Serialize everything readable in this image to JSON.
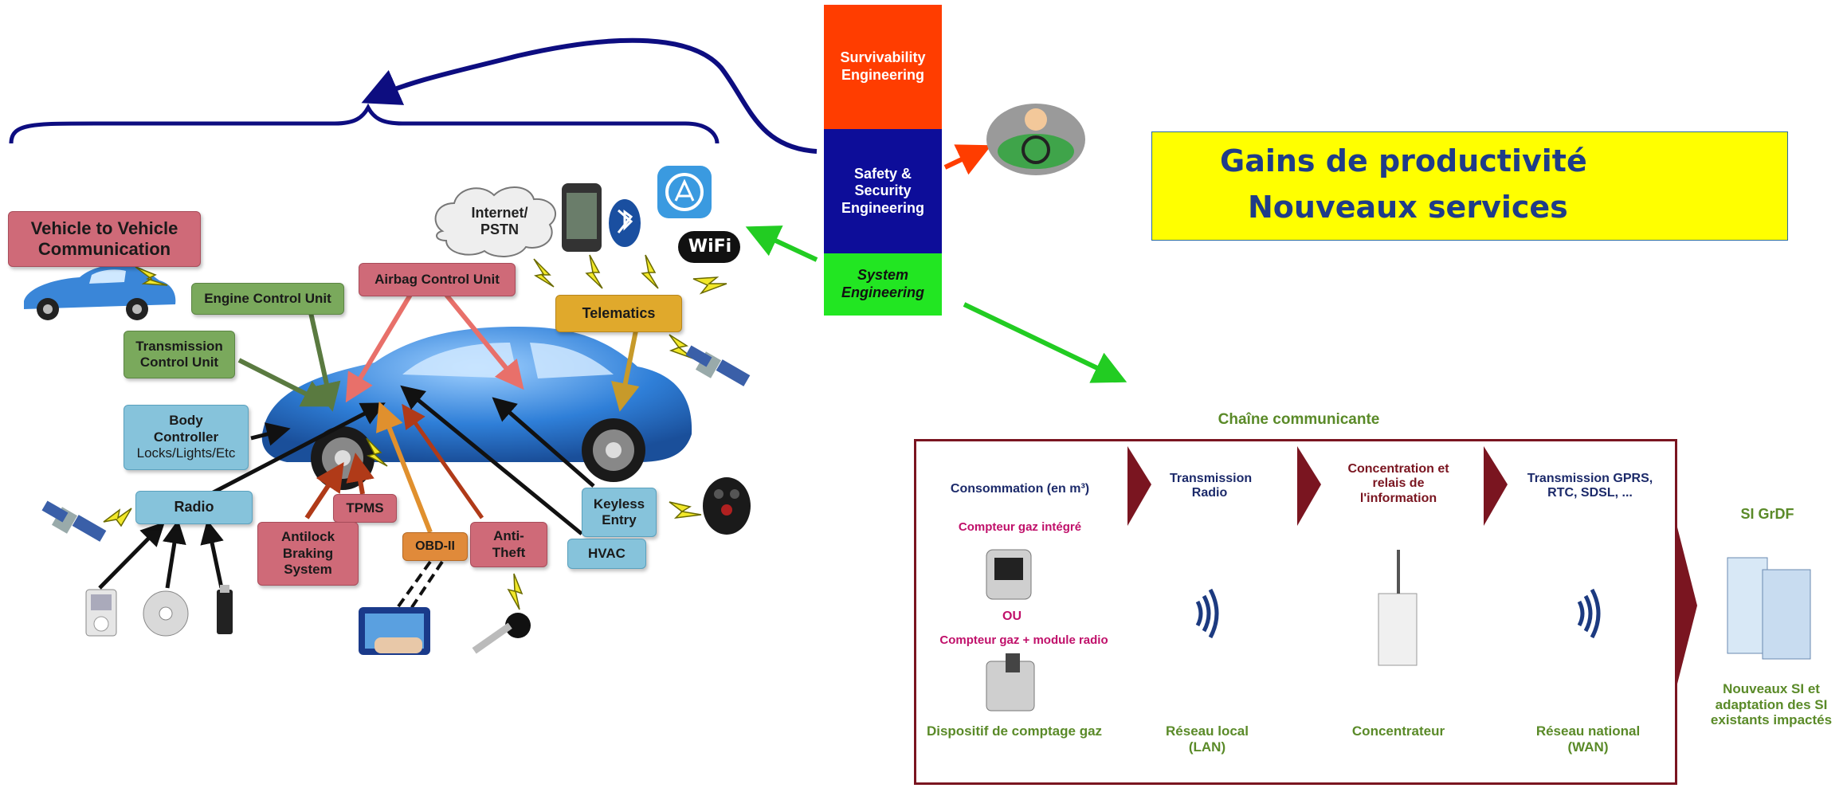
{
  "tower": {
    "survivability": "Survivability Engineering",
    "safety": "Safety & Security Engineering",
    "system": "System Engineering",
    "colors": {
      "survivability": "#ff3d00",
      "safety": "#0d0d99",
      "system": "#22e622"
    }
  },
  "gains": {
    "line1": "Gains de productivité",
    "line2": "Nouveaux services"
  },
  "vehicle": {
    "v2v": "Vehicle to Vehicle Communication",
    "engine": "Engine Control Unit",
    "transmission": "Transmission Control Unit",
    "body_title": "Body Controller",
    "body_sub": "Locks/Lights/Etc",
    "radio": "Radio",
    "airbag": "Airbag Control Unit",
    "telematics": "Telematics",
    "keyless": "Keyless Entry",
    "hvac": "HVAC",
    "tpms": "TPMS",
    "abs": "Antilock Braking System",
    "obd": "OBD-II",
    "antitheft": "Anti-Theft",
    "internet": "Internet/ PSTN",
    "wifi": "WiFi",
    "icons": [
      "car-icon",
      "lightning-icon",
      "satellite-icon",
      "ipod-icon",
      "cd-icon",
      "usb-icon",
      "smartphone-icon",
      "bluetooth-icon",
      "app-store-icon",
      "wifi-icon",
      "cloud-icon",
      "key-fob-icon",
      "key-icon",
      "diagnostic-tablet-icon",
      "wheel-icon"
    ]
  },
  "chain": {
    "title": "Chaîne communicante",
    "consumption": "Consommation (en m³)",
    "meter_integrated": "Compteur gaz intégré",
    "or": "OU",
    "meter_module": "Compteur gaz + module radio",
    "device": "Dispositif de comptage gaz",
    "radio_tx": "Transmission Radio",
    "local_net": "Réseau local (LAN)",
    "concentration": "Concentration et relais de l'information",
    "concentrator": "Concentrateur",
    "gprs": "Transmission GPRS, RTC, SDSL, ...",
    "wan": "Réseau national (WAN)",
    "si": "SI GrDF",
    "new_si": "Nouveaux SI et adaptation des SI existants impactés",
    "colors": {
      "frame": "#7a1520",
      "green_text": "#5a8a28",
      "magenta_text": "#c0106a",
      "dark_text": "#1c2a6a"
    }
  }
}
